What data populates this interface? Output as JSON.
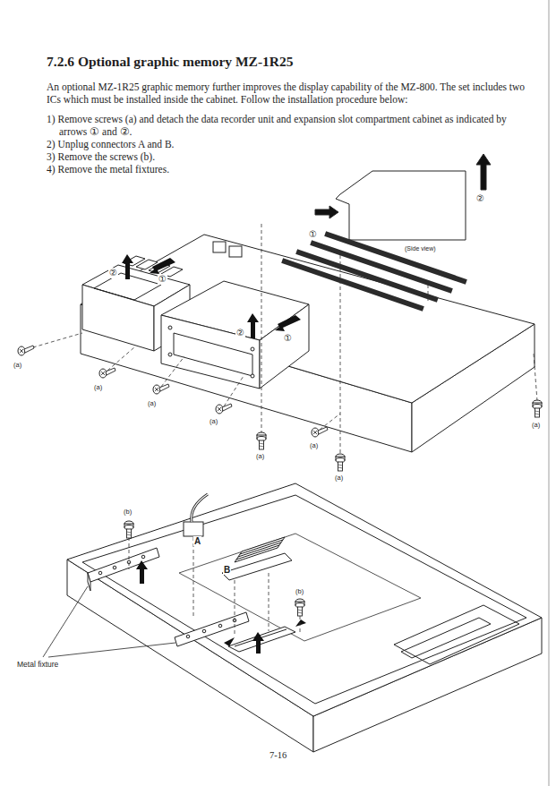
{
  "diagram": {
    "title": "7.2.6 Optional graphic memory MZ-1R25",
    "labels": [
      "An optional MZ-1R25 graphic memory further improves the display capability of the MZ-800. The set includes two ICs which must be installed inside the cabinet. Follow the installation procedure below:",
      "1) Remove screws (a) and detach the data recorder unit and expansion slot compartment cabinet as indicated by arrows ① and ②.",
      "2) Unplug connectors A and B.",
      "3) Remove the screws (b).",
      "4) Remove the metal fixtures.",
      "②",
      "①",
      "(Side view)",
      "②",
      "①",
      "②",
      "①",
      "(a)",
      "(a)",
      "(a)",
      "(a)",
      "(a)",
      "(a)",
      "(a)",
      "(a)",
      "(b)",
      "A",
      "B",
      "(b)",
      "Metal fixture",
      "7-16"
    ]
  }
}
